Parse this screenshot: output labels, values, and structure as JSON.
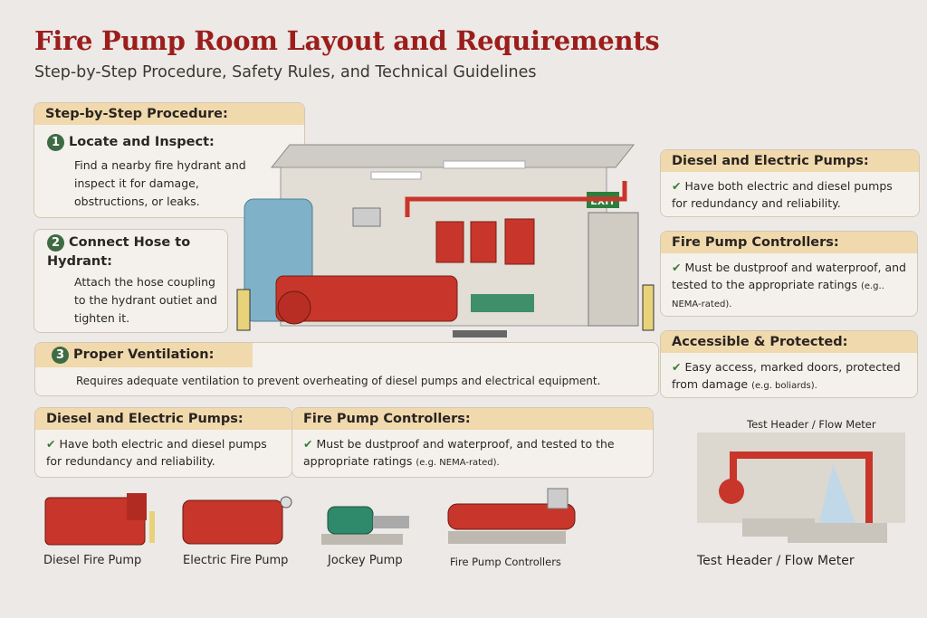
{
  "title": "Fire Pump Room Layout and Requirements",
  "subtitle": "Step-by-Step Procedure, Safety Rules, and Technical Guidelines",
  "procedure": {
    "heading": "Step-by-Step Procedure:",
    "steps": [
      {
        "num": "1",
        "title": "Locate and Inspect:",
        "text": "Find a nearby fire hydrant and inspect it for damage, obstructions, or leaks."
      },
      {
        "num": "2",
        "title": "Connect Hose to Hydrant:",
        "text": "Attach the hose coupling to the hydrant outiet and tighten it."
      },
      {
        "num": "3",
        "title": "Proper Ventilation:",
        "text": "Requires adequate ventilation to prevent overheating of diesel pumps and electrical equipment."
      }
    ]
  },
  "right_cards": [
    {
      "title": "Diesel and Electric Pumps:",
      "text": "Have both electric and diesel pumps for redundancy and reliability.",
      "note": ""
    },
    {
      "title": "Fire Pump Controllers:",
      "text": "Must be dustproof and waterproof, and tested to the appropriate ratings",
      "note": "(e.g.. NEMA-rated)."
    },
    {
      "title": "Accessible & Protected:",
      "text": "Easy access, marked doors, protected from damage",
      "note": "(e.g. boliards)."
    }
  ],
  "bottom_cards": [
    {
      "title": "Diesel and Electric Pumps:",
      "text": "Have both electric and diesel pumps for redundancy and reliability.",
      "note": ""
    },
    {
      "title": "Fire Pump Controllers:",
      "text": "Must be dustproof and waterproof, and tested to the appropriate ratings",
      "note": "(e.g. NEMA-rated)."
    }
  ],
  "exit_sign": "EXIT",
  "test_header_label": "Test Header / Flow Meter",
  "captions": [
    "Diesel Fire Pump",
    "Electric Fire Pump",
    "Jockey Pump",
    "Fire Pump Controllers",
    "Test Header / Flow Meter"
  ],
  "colors": {
    "title": "#9b1e1c",
    "header_band": "#f0d9ad",
    "pump_red": "#c8352a",
    "step_badge": "#3f6b44",
    "check": "#3d7a3a"
  }
}
